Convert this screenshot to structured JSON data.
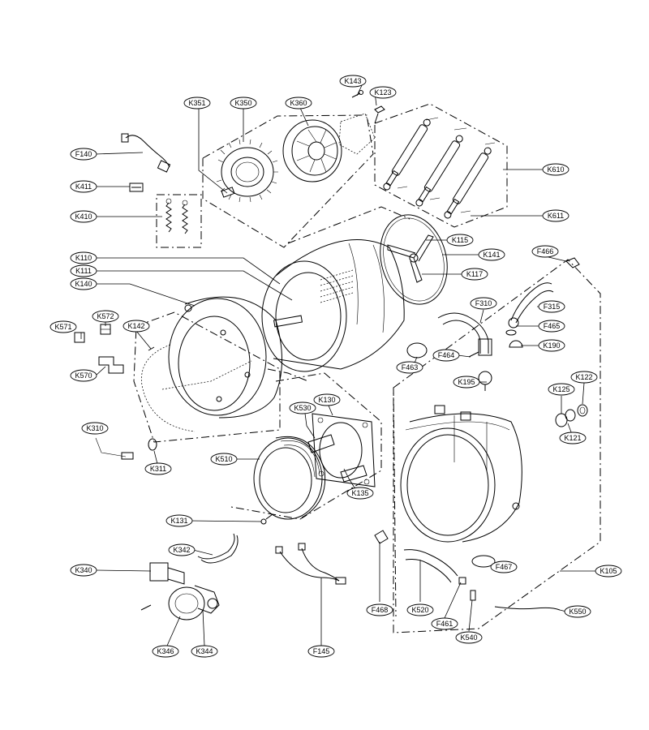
{
  "diagram": {
    "labels": [
      {
        "id": "K143",
        "text": "K143"
      },
      {
        "id": "K123",
        "text": "K123"
      },
      {
        "id": "K351",
        "text": "K351"
      },
      {
        "id": "K350",
        "text": "K350"
      },
      {
        "id": "K360",
        "text": "K360"
      },
      {
        "id": "F140",
        "text": "F140"
      },
      {
        "id": "K411",
        "text": "K411"
      },
      {
        "id": "K410",
        "text": "K410"
      },
      {
        "id": "K610",
        "text": "K610"
      },
      {
        "id": "K611",
        "text": "K611"
      },
      {
        "id": "K115",
        "text": "K115"
      },
      {
        "id": "K141",
        "text": "K141"
      },
      {
        "id": "K117",
        "text": "K117"
      },
      {
        "id": "F466",
        "text": "F466"
      },
      {
        "id": "K110",
        "text": "K110"
      },
      {
        "id": "K111",
        "text": "K111"
      },
      {
        "id": "K140",
        "text": "K140"
      },
      {
        "id": "F310",
        "text": "F310"
      },
      {
        "id": "F315",
        "text": "F315"
      },
      {
        "id": "F465",
        "text": "F465"
      },
      {
        "id": "K190",
        "text": "K190"
      },
      {
        "id": "K571",
        "text": "K571"
      },
      {
        "id": "K572",
        "text": "K572"
      },
      {
        "id": "K142",
        "text": "K142"
      },
      {
        "id": "F464",
        "text": "F464"
      },
      {
        "id": "F463",
        "text": "F463"
      },
      {
        "id": "K570",
        "text": "K570"
      },
      {
        "id": "K195",
        "text": "K195"
      },
      {
        "id": "K125",
        "text": "K125"
      },
      {
        "id": "K122",
        "text": "K122"
      },
      {
        "id": "K530",
        "text": "K530"
      },
      {
        "id": "K130",
        "text": "K130"
      },
      {
        "id": "K121",
        "text": "K121"
      },
      {
        "id": "K310",
        "text": "K310"
      },
      {
        "id": "K311",
        "text": "K311"
      },
      {
        "id": "K510",
        "text": "K510"
      },
      {
        "id": "K135",
        "text": "K135"
      },
      {
        "id": "K131",
        "text": "K131"
      },
      {
        "id": "K342",
        "text": "K342"
      },
      {
        "id": "F467",
        "text": "F467"
      },
      {
        "id": "K340",
        "text": "K340"
      },
      {
        "id": "K105",
        "text": "K105"
      },
      {
        "id": "F468",
        "text": "F468"
      },
      {
        "id": "K520",
        "text": "K520"
      },
      {
        "id": "K550",
        "text": "K550"
      },
      {
        "id": "F461",
        "text": "F461"
      },
      {
        "id": "K540",
        "text": "K540"
      },
      {
        "id": "K346",
        "text": "K346"
      },
      {
        "id": "K344",
        "text": "K344"
      },
      {
        "id": "F145",
        "text": "F145"
      }
    ]
  }
}
